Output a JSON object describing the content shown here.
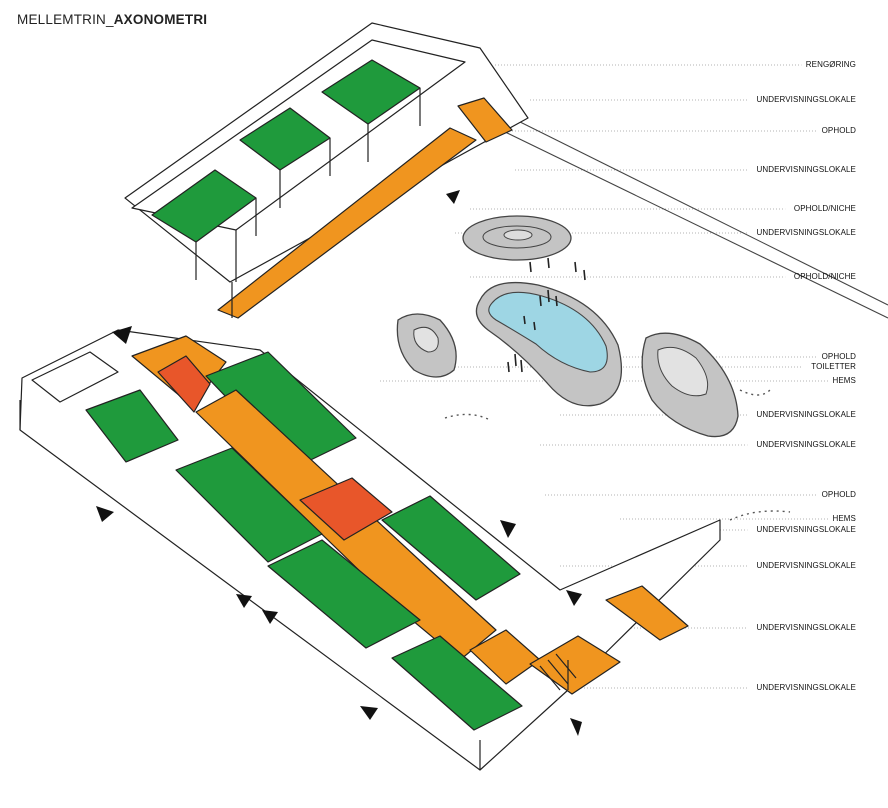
{
  "title": {
    "prefix": "MELLEMTRIN_",
    "bold": "AXONOMETRI"
  },
  "colors": {
    "classroom": "#1f9a3c",
    "circulation": "#f0951f",
    "hems": "#e8562a",
    "pond": "#9ed6e4",
    "mound": "#b9b9b9",
    "line": "#222222",
    "leader": "#9a9a9a"
  },
  "labels": [
    "RENGØRING",
    "UNDERVISNINGSLOKALE",
    "OPHOLD",
    "UNDERVISNINGSLOKALE",
    "OPHOLD/NICHE",
    "UNDERVISNINGSLOKALE",
    "OPHOLD/NICHE",
    "OPHOLD",
    "TOILETTER",
    "HEMS",
    "UNDERVISNINGSLOKALE",
    "UNDERVISNINGSLOKALE",
    "OPHOLD",
    "HEMS",
    "UNDERVISNINGSLOKALE",
    "UNDERVISNINGSLOKALE",
    "UNDERVISNINGSLOKALE",
    "UNDERVISNINGSLOKALE"
  ]
}
